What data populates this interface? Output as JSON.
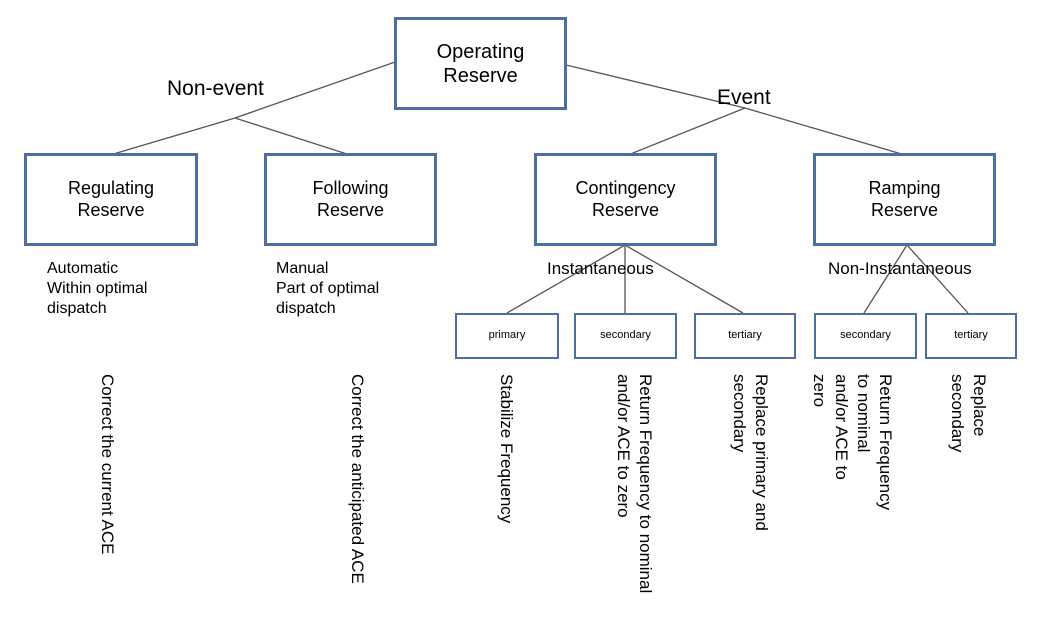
{
  "diagram": {
    "root": "Operating\nReserve",
    "branch_left": "Non-event",
    "branch_right": "Event",
    "reserves": {
      "regulating": {
        "title": "Regulating\nReserve",
        "note": "Automatic\nWithin optimal\ndispatch",
        "purpose": "Correct the current ACE"
      },
      "following": {
        "title": "Following\nReserve",
        "note": "Manual\nPart of optimal\ndispatch",
        "purpose": "Correct the anticipated ACE"
      },
      "contingency": {
        "title": "Contingency\nReserve",
        "sublabel": "Instantaneous"
      },
      "ramping": {
        "title": "Ramping\nReserve",
        "sublabel": "Non-Instantaneous"
      }
    },
    "contingency_sub": [
      {
        "label": "primary",
        "purpose": "Stabilize Frequency"
      },
      {
        "label": "secondary",
        "purpose": "Return Frequency to nominal\nand/or ACE to zero"
      },
      {
        "label": "tertiary",
        "purpose": "Replace primary and\nsecondary"
      }
    ],
    "ramping_sub": [
      {
        "label": "secondary",
        "purpose": "Return Frequency to nominal\nand/or ACE to zero"
      },
      {
        "label": "tertiary",
        "purpose": "Replace secondary"
      }
    ],
    "colors": {
      "box_border": "#4a6fa0",
      "line": "#555555",
      "text": "#000000"
    }
  }
}
